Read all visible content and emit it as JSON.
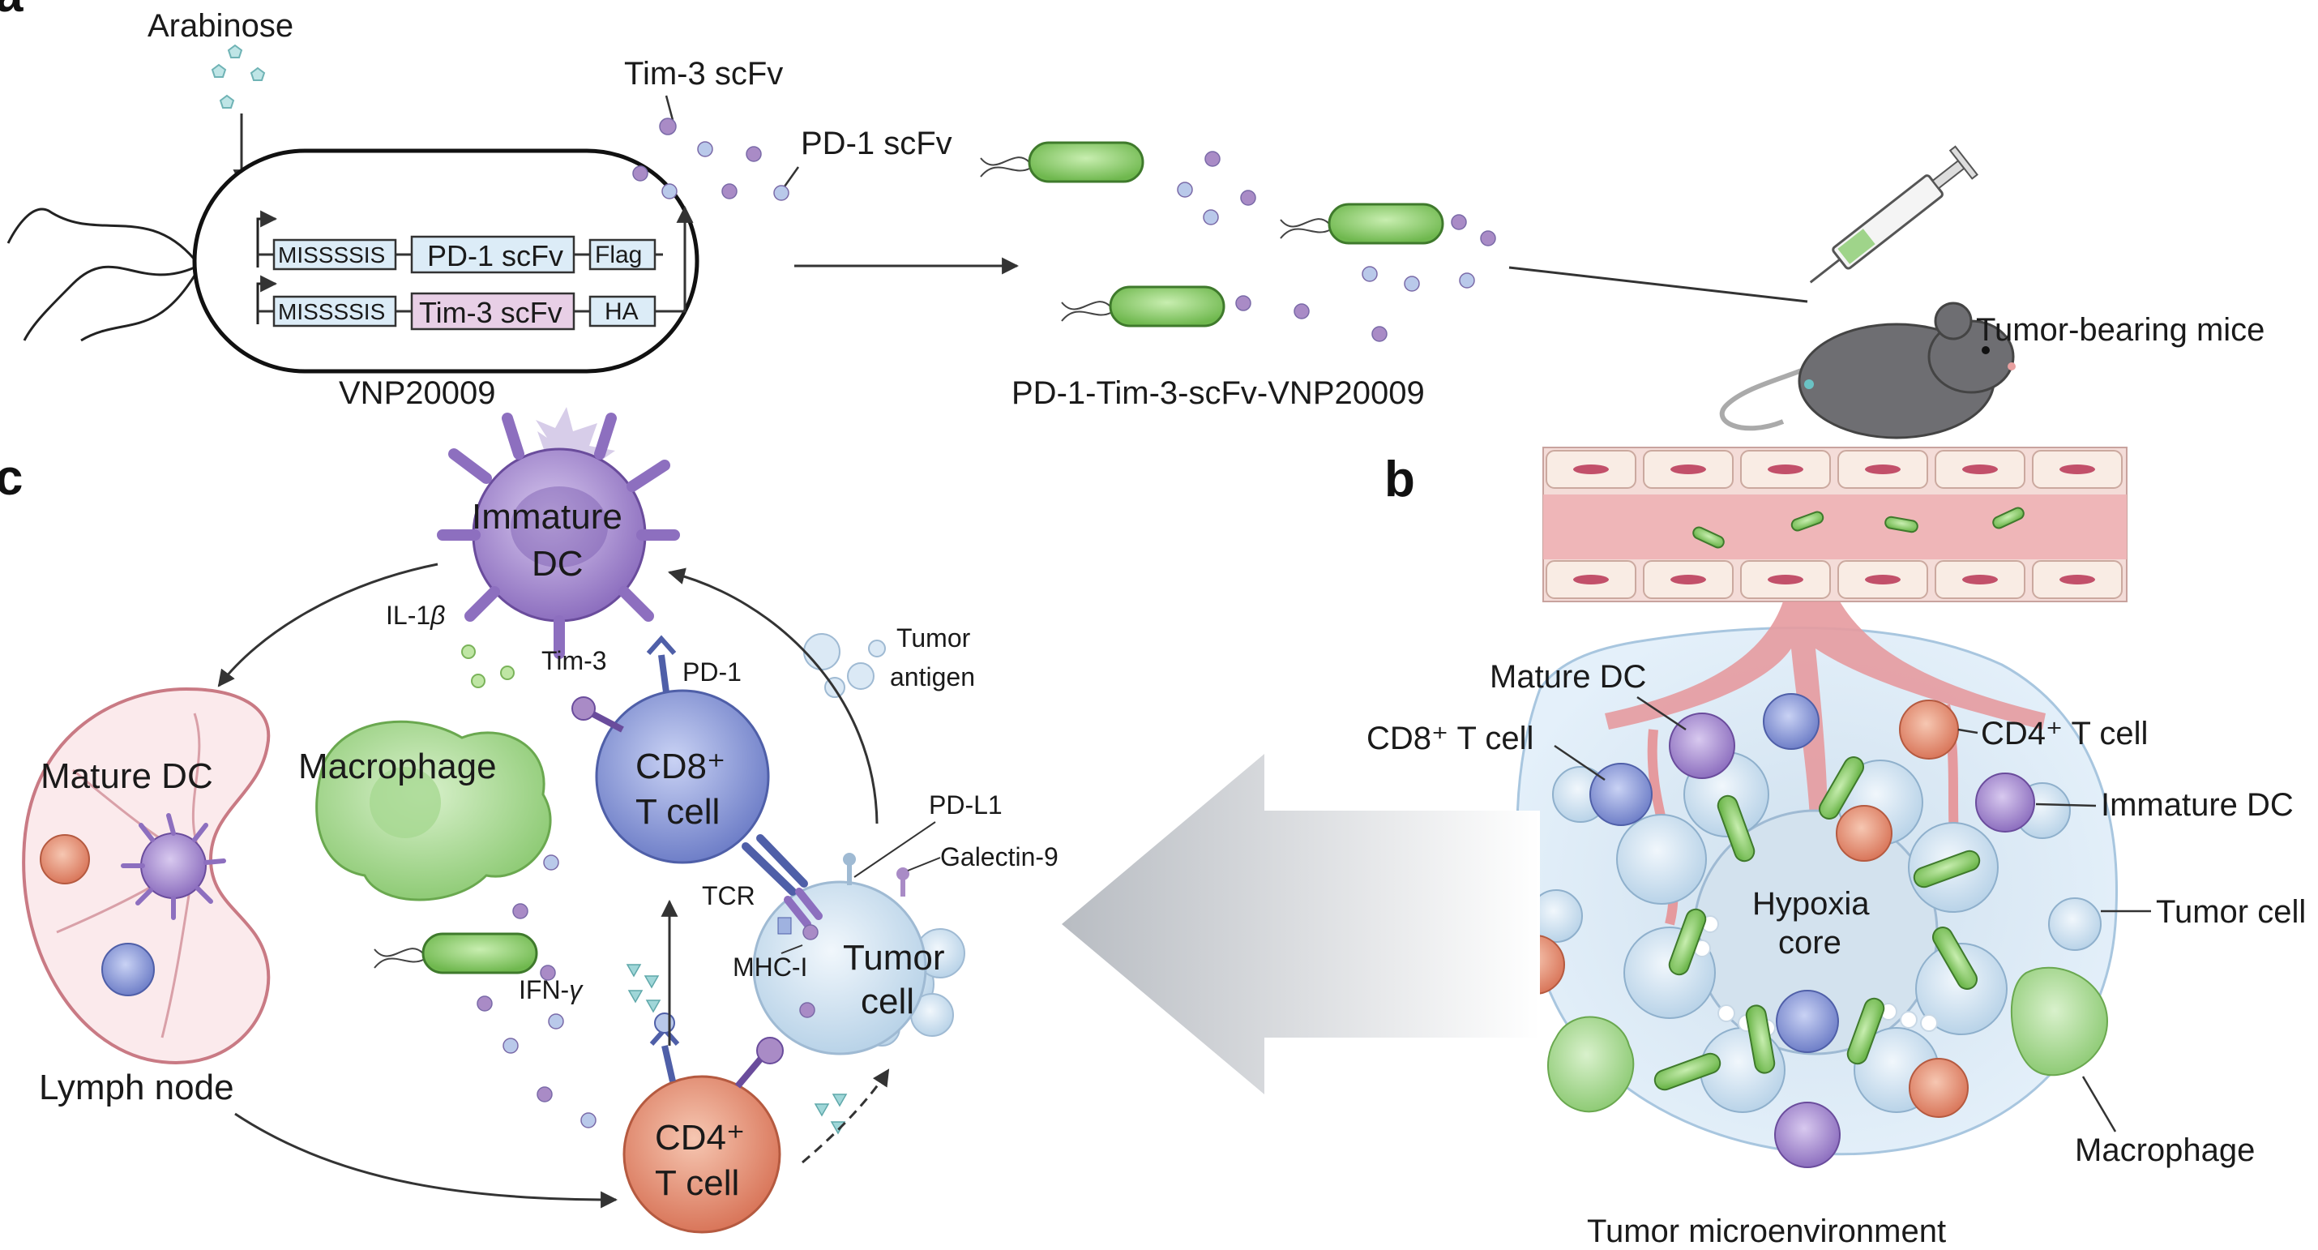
{
  "panels": {
    "a": "a",
    "b": "b",
    "c": "c"
  },
  "panel_a": {
    "arabinose": "Arabinose",
    "tim3_scfv": "Tim-3 scFv",
    "pd1_scfv": "PD-1 scFv",
    "construct_1": {
      "signal": "MISSSSIS",
      "scfv": "PD-1 scFv",
      "tag": "Flag"
    },
    "construct_2": {
      "signal": "MISSSSIS",
      "scfv": "Tim-3 scFv",
      "tag": "HA"
    },
    "strain": "VNP20009",
    "engineered": "PD-1-Tim-3-scFv-VNP20009",
    "mice": "Tumor-bearing mice"
  },
  "panel_b": {
    "mature_dc": "Mature DC",
    "cd8": "CD8⁺ T cell",
    "cd4": "CD4⁺ T cell",
    "immature_dc": "Immature DC",
    "hypoxia_1": "Hypoxia",
    "hypoxia_2": "core",
    "tumor_cell": "Tumor cell",
    "macrophage": "Macrophage",
    "microenv": "Tumor microenvironment"
  },
  "panel_c": {
    "immature_dc_1": "Immature",
    "immature_dc_2": "DC",
    "il1b_a": "IL-1",
    "il1b_b": "β",
    "tim3": "Tim-3",
    "pd1": "PD-1",
    "tumor_antigen_1": "Tumor",
    "tumor_antigen_2": "antigen",
    "macrophage": "Macrophage",
    "mature_dc": "Mature DC",
    "cd8_1": "CD8⁺",
    "cd8_2": "T cell",
    "pdl1": "PD-L1",
    "galectin": "Galectin-9",
    "tcr": "TCR",
    "mhc": "MHC-I",
    "tumor_cell_1": "Tumor",
    "tumor_cell_2": "cell",
    "ifn_a": "IFN-",
    "ifn_b": "γ",
    "lymph_node": "Lymph node",
    "cd4_1": "CD4⁺",
    "cd4_2": "T cell"
  },
  "colors": {
    "bacterium": "#8fcf6a",
    "cd8": "#6f7fc8",
    "cd4": "#e08a6a",
    "dc": "#9a7cc4",
    "macrophage": "#9fd48a",
    "tumor": "#cfe3f2",
    "vessel": "#e59a9e",
    "node": "#e8b3b8"
  }
}
